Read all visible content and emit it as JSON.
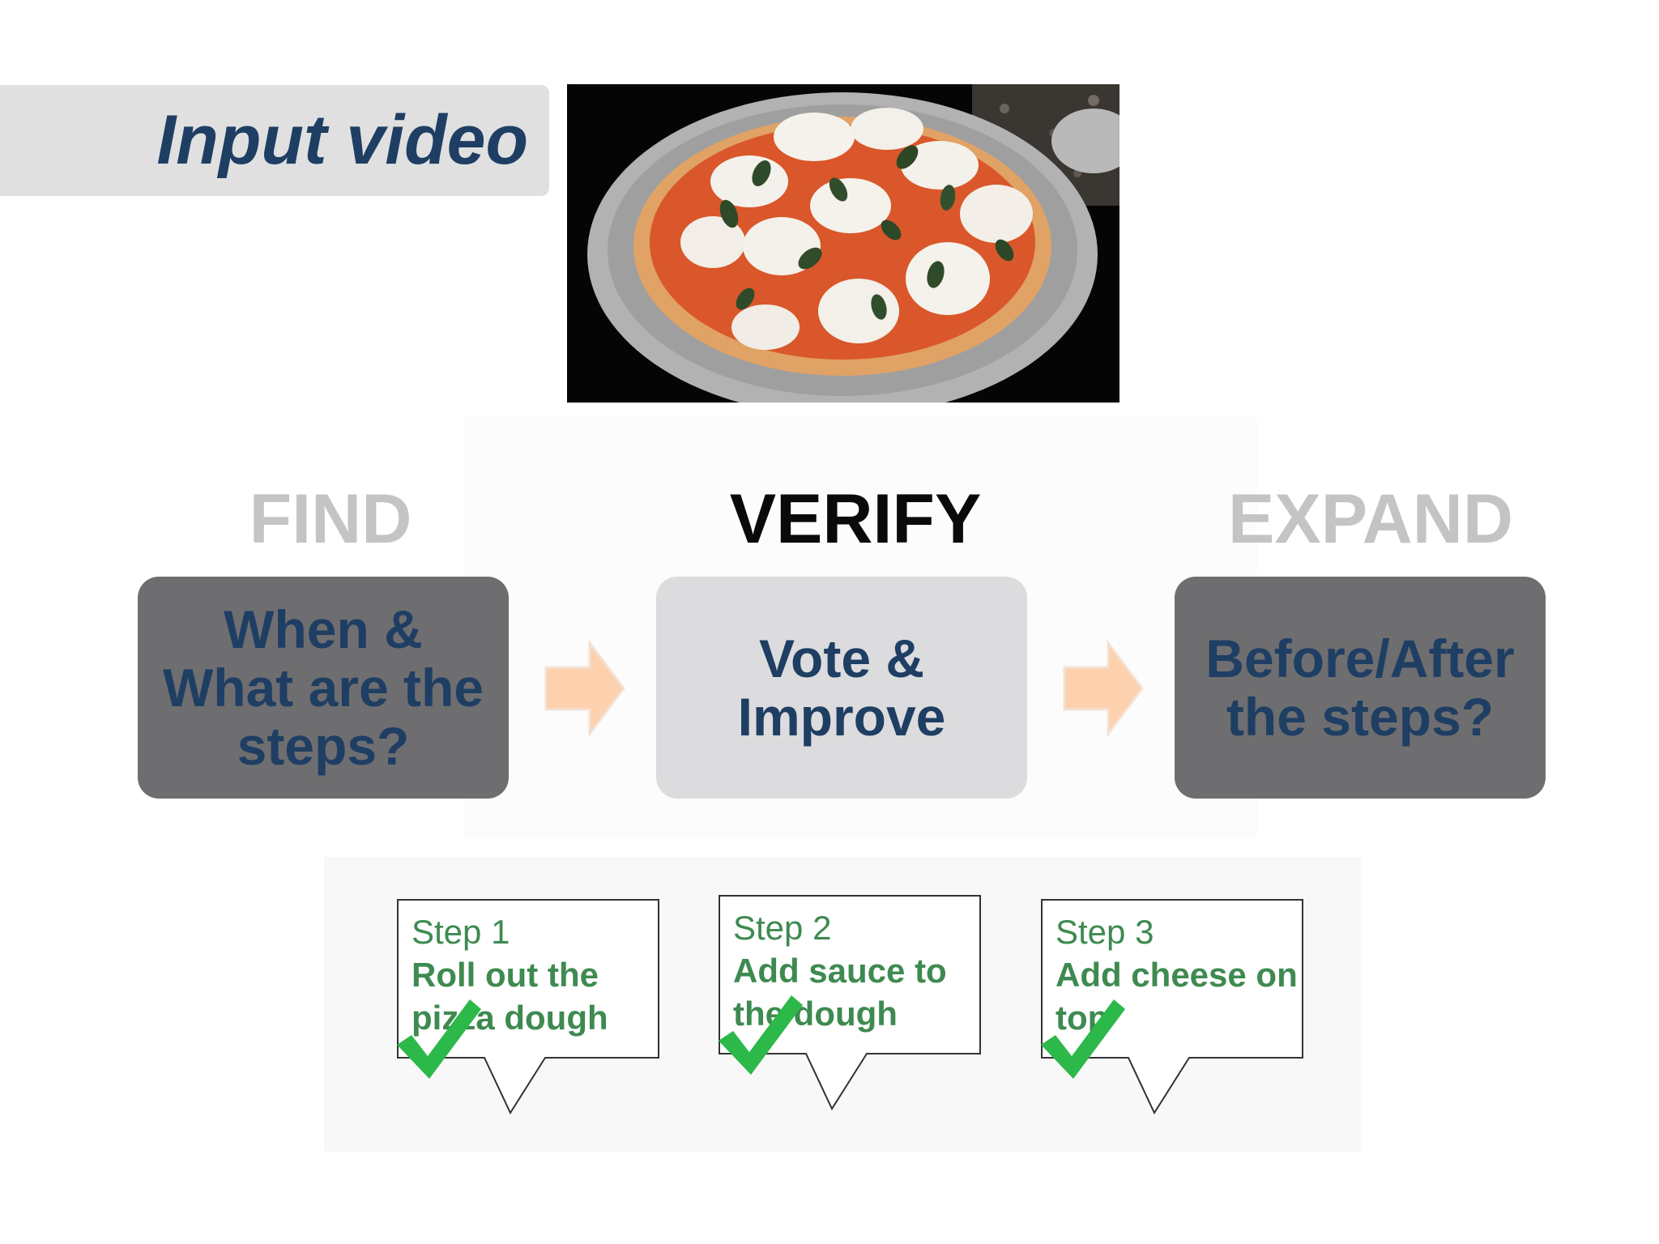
{
  "input_label": "Input video",
  "stages": [
    {
      "title": "FIND",
      "description": "When & What are the steps?",
      "state": "dim"
    },
    {
      "title": "VERIFY",
      "description": "Vote & Improve",
      "state": "active"
    },
    {
      "title": "EXPAND",
      "description": "Before/After the steps?",
      "state": "dim"
    }
  ],
  "steps": [
    {
      "label": "Step 1",
      "text": "Roll out the pizza dough",
      "verified": true
    },
    {
      "label": "Step 2",
      "text": "Add sauce to the dough",
      "verified": true
    },
    {
      "label": "Step 3",
      "text": "Add cheese on top",
      "verified": true
    }
  ],
  "colors": {
    "title_text": "#1f3e63",
    "active_title": "#0a0a0a",
    "dim_title": "#c4c4c4",
    "dark_box": "#6e6e70",
    "light_box": "#dcdcde",
    "arrow": "#fdd0ae",
    "step_text": "#3e8a50",
    "check": "#2db84a"
  },
  "icons": [
    "right-arrow-icon",
    "check-mark-icon",
    "pizza-video-frame"
  ]
}
